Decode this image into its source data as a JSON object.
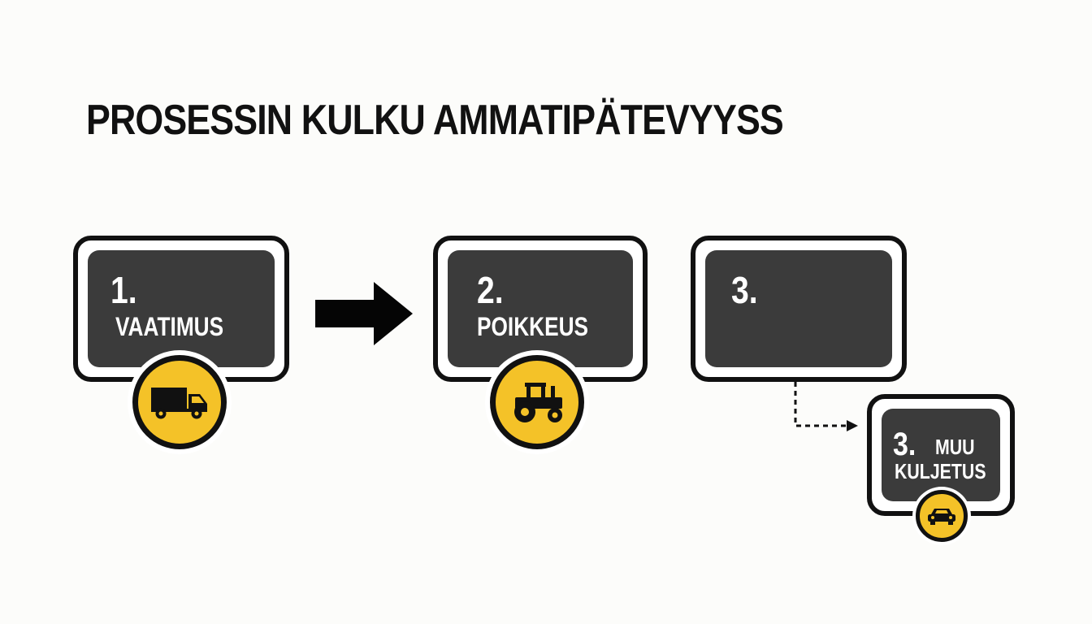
{
  "title": "PROSESSIN KULKU AMMATIPÄTEVYYSS",
  "steps": [
    {
      "number": "1.",
      "label": "VAATIMUS",
      "icon": "truck-icon"
    },
    {
      "number": "2.",
      "label": "POIKKEUS",
      "icon": "tractor-icon"
    },
    {
      "number": "3.",
      "label": ""
    }
  ],
  "sub_step": {
    "number": "3.",
    "label_line1": "MUU",
    "label_line2": "KULJETUS",
    "icon": "car-icon"
  },
  "colors": {
    "badge": "#f4c228",
    "card_fill": "#3b3b3b",
    "outline": "#111111"
  }
}
